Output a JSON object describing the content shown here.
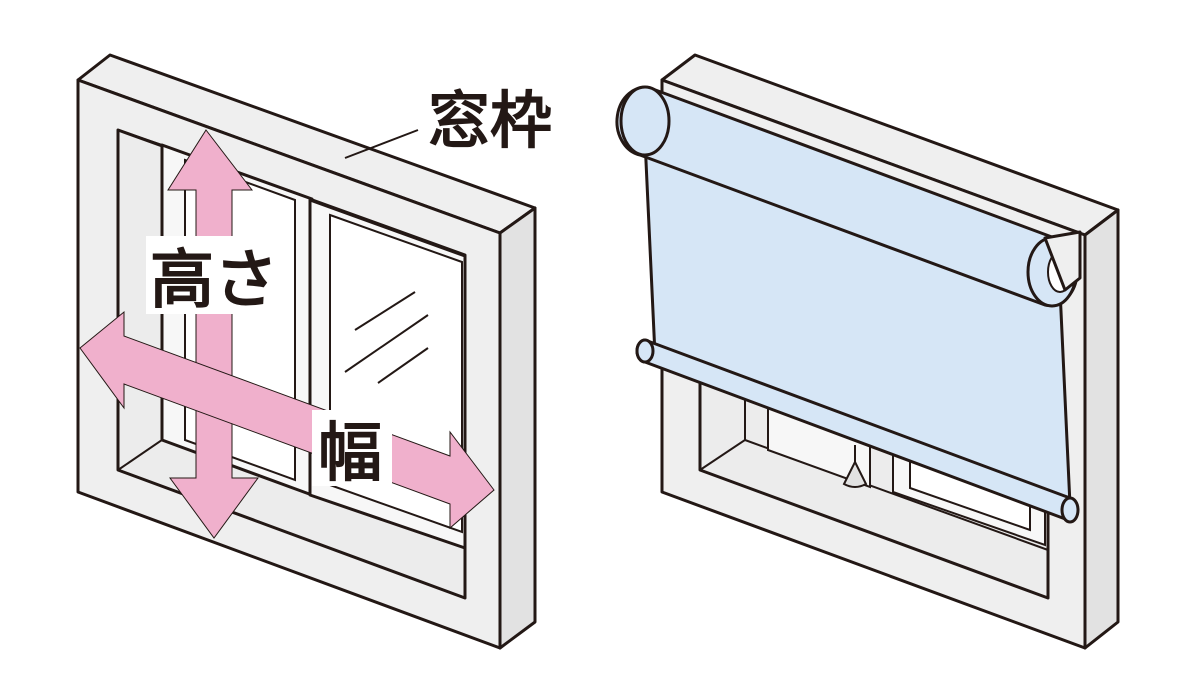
{
  "labels": {
    "frame": "窓枠",
    "height": "高さ",
    "width": "幅"
  },
  "colors": {
    "frame_fill": "#efefef",
    "glass_fill": "#ffffff",
    "arrow_fill": "#f0b0cc",
    "blind_fill": "#d6e6f6",
    "outline": "#231815"
  }
}
